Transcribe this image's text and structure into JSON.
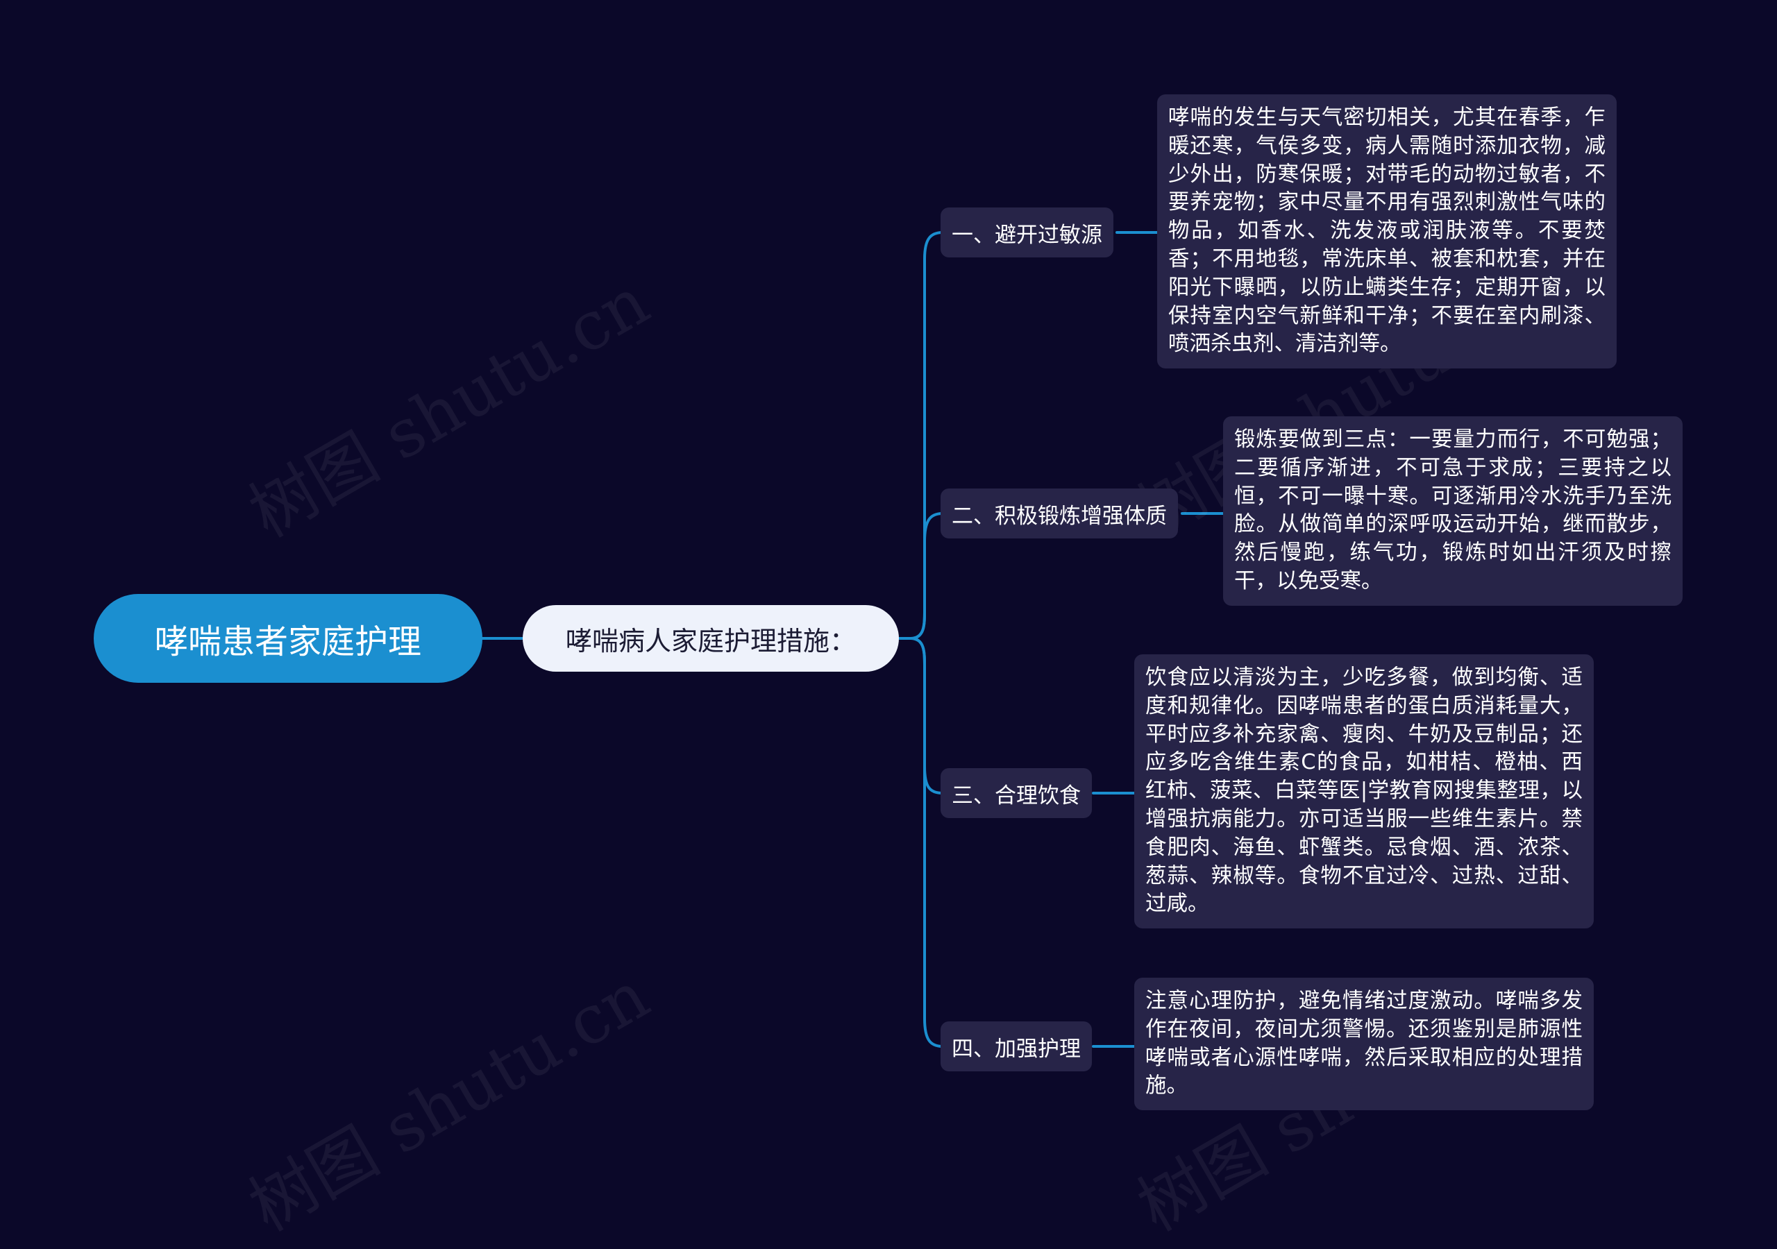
{
  "watermark": "树图 shutu.cn",
  "colors": {
    "background": "#0b0829",
    "root_fill": "#1b8fd0",
    "sub_fill": "#eef2fb",
    "node_fill": "#272448",
    "connector": "#1b8fd0"
  },
  "mindmap": {
    "root": "哮喘患者家庭护理",
    "sub": "哮喘病人家庭护理措施：",
    "branches": [
      {
        "label": "一、避开过敏源",
        "detail": "哮喘的发生与天气密切相关，尤其在春季，乍暖还寒，气侯多变，病人需随时添加衣物，减少外出，防寒保暖；对带毛的动物过敏者，不要养宠物；家中尽量不用有强烈刺激性气味的物品，如香水、洗发液或润肤液等。不要焚香；不用地毯，常洗床单、被套和枕套，并在阳光下曝晒，以防止螨类生存；定期开窗，以保持室内空气新鲜和干净；不要在室内刷漆、喷洒杀虫剂、清洁剂等。"
      },
      {
        "label": "二、积极锻炼增强体质",
        "detail": "锻炼要做到三点：一要量力而行，不可勉强；二要循序渐进，不可急于求成；三要持之以恒，不可一曝十寒。可逐渐用冷水洗手乃至洗脸。从做简单的深呼吸运动开始，继而散步，然后慢跑，练气功，锻炼时如出汗须及时擦干，以免受寒。"
      },
      {
        "label": "三、合理饮食",
        "detail": "饮食应以清淡为主，少吃多餐，做到均衡、适度和规律化。因哮喘患者的蛋白质消耗量大，平时应多补充家禽、瘦肉、牛奶及豆制品；还应多吃含维生素C的食品，如柑桔、橙柚、西红柿、菠菜、白菜等医|学教育网搜集整理，以增强抗病能力。亦可适当服一些维生素片。禁食肥肉、海鱼、虾蟹类。忌食烟、酒、浓茶、葱蒜、辣椒等。食物不宜过冷、过热、过甜、过咸。"
      },
      {
        "label": "四、加强护理",
        "detail": "注意心理防护，避免情绪过度激动。哮喘多发作在夜间，夜间尤须警惕。还须鉴别是肺源性哮喘或者心源性哮喘，然后采取相应的处理措施。"
      }
    ]
  }
}
